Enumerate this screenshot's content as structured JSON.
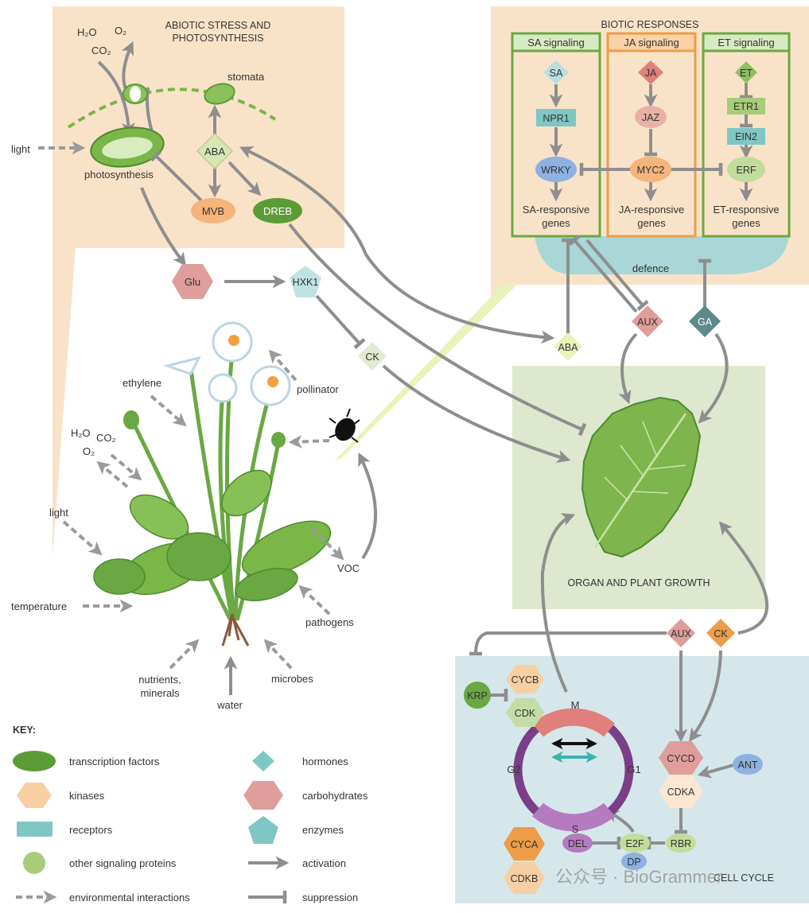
{
  "panels": {
    "abiotic_title_1": "ABIOTIC STRESS AND",
    "abiotic_title_2": "PHOTOSYNTHESIS",
    "biotic_title": "BIOTIC RESPONSES",
    "growth_title": "ORGAN AND PLANT GROWTH",
    "cell_cycle_title": "CELL CYCLE"
  },
  "abiotic": {
    "h2o": "H₂O",
    "o2": "O₂",
    "co2": "CO₂",
    "stomata": "stomata",
    "light": "light",
    "photosynthesis": "photosynthesis",
    "aba": "ABA",
    "mvb": "MVB",
    "dreb": "DREB"
  },
  "biotic": {
    "sa_header": "SA signaling",
    "ja_header": "JA signaling",
    "et_header": "ET signaling",
    "sa": "SA",
    "npr1": "NPR1",
    "wrky": "WRKY",
    "sa_genes_1": "SA-responsive",
    "sa_genes_2": "genes",
    "ja": "JA",
    "jaz": "JAZ",
    "myc2": "MYC2",
    "ja_genes_1": "JA-responsive",
    "ja_genes_2": "genes",
    "et": "ET",
    "etr1": "ETR1",
    "ein2": "EIN2",
    "erf": "ERF",
    "et_genes_1": "ET-responsive",
    "et_genes_2": "genes",
    "defence": "defence"
  },
  "middle": {
    "glu": "Glu",
    "hxk1": "HXK1",
    "ck": "CK",
    "aba": "ABA",
    "aux": "AUX",
    "ga": "GA"
  },
  "plant": {
    "ethylene": "ethylene",
    "pollinator": "pollinator",
    "h2o": "H₂O",
    "co2": "CO₂",
    "o2": "O₂",
    "light": "light",
    "temperature": "temperature",
    "voc": "VOC",
    "pathogens": "pathogens",
    "nutrients_1": "nutrients,",
    "nutrients_2": "minerals",
    "water": "water",
    "microbes": "microbes"
  },
  "cell_cycle": {
    "aux": "AUX",
    "ck": "CK",
    "krp": "KRP",
    "cycb": "CYCB",
    "cdk": "CDK",
    "m": "M",
    "g2": "G2",
    "g1": "G1",
    "s": "S",
    "cycd": "CYCD",
    "ant": "ANT",
    "cdka": "CDKA",
    "cyca": "CYCA",
    "cdkb": "CDKB",
    "del": "DEL",
    "e2f": "E2F",
    "dp": "DP",
    "rbr": "RBR"
  },
  "key": {
    "title": "KEY:",
    "transcription_factors": "transcription factors",
    "kinases": "kinases",
    "receptors": "receptors",
    "other_signaling": "other signaling proteins",
    "environmental": "environmental interactions",
    "hormones": "hormones",
    "carbohydrates": "carbohydrates",
    "enzymes": "enzymes",
    "activation": "activation",
    "suppression": "suppression"
  },
  "watermark": "公众号 · BioGrammer",
  "colors": {
    "abiotic_bg": "#f9e3c8",
    "growth_bg": "#dde8cf",
    "cellcycle_bg": "#d5e7ea",
    "transcription_factor": "#5b9c36",
    "kinase": "#f8cfa3",
    "receptor": "#7fc7c4",
    "other_signaling": "#a8cc7a",
    "hormone": "#7fc7c4",
    "carbohydrate": "#df9d9b",
    "enzyme": "#7fc7c4",
    "arrow": "#8e8e8e",
    "box_green": "#6aa843",
    "box_orange": "#ed9c48"
  }
}
